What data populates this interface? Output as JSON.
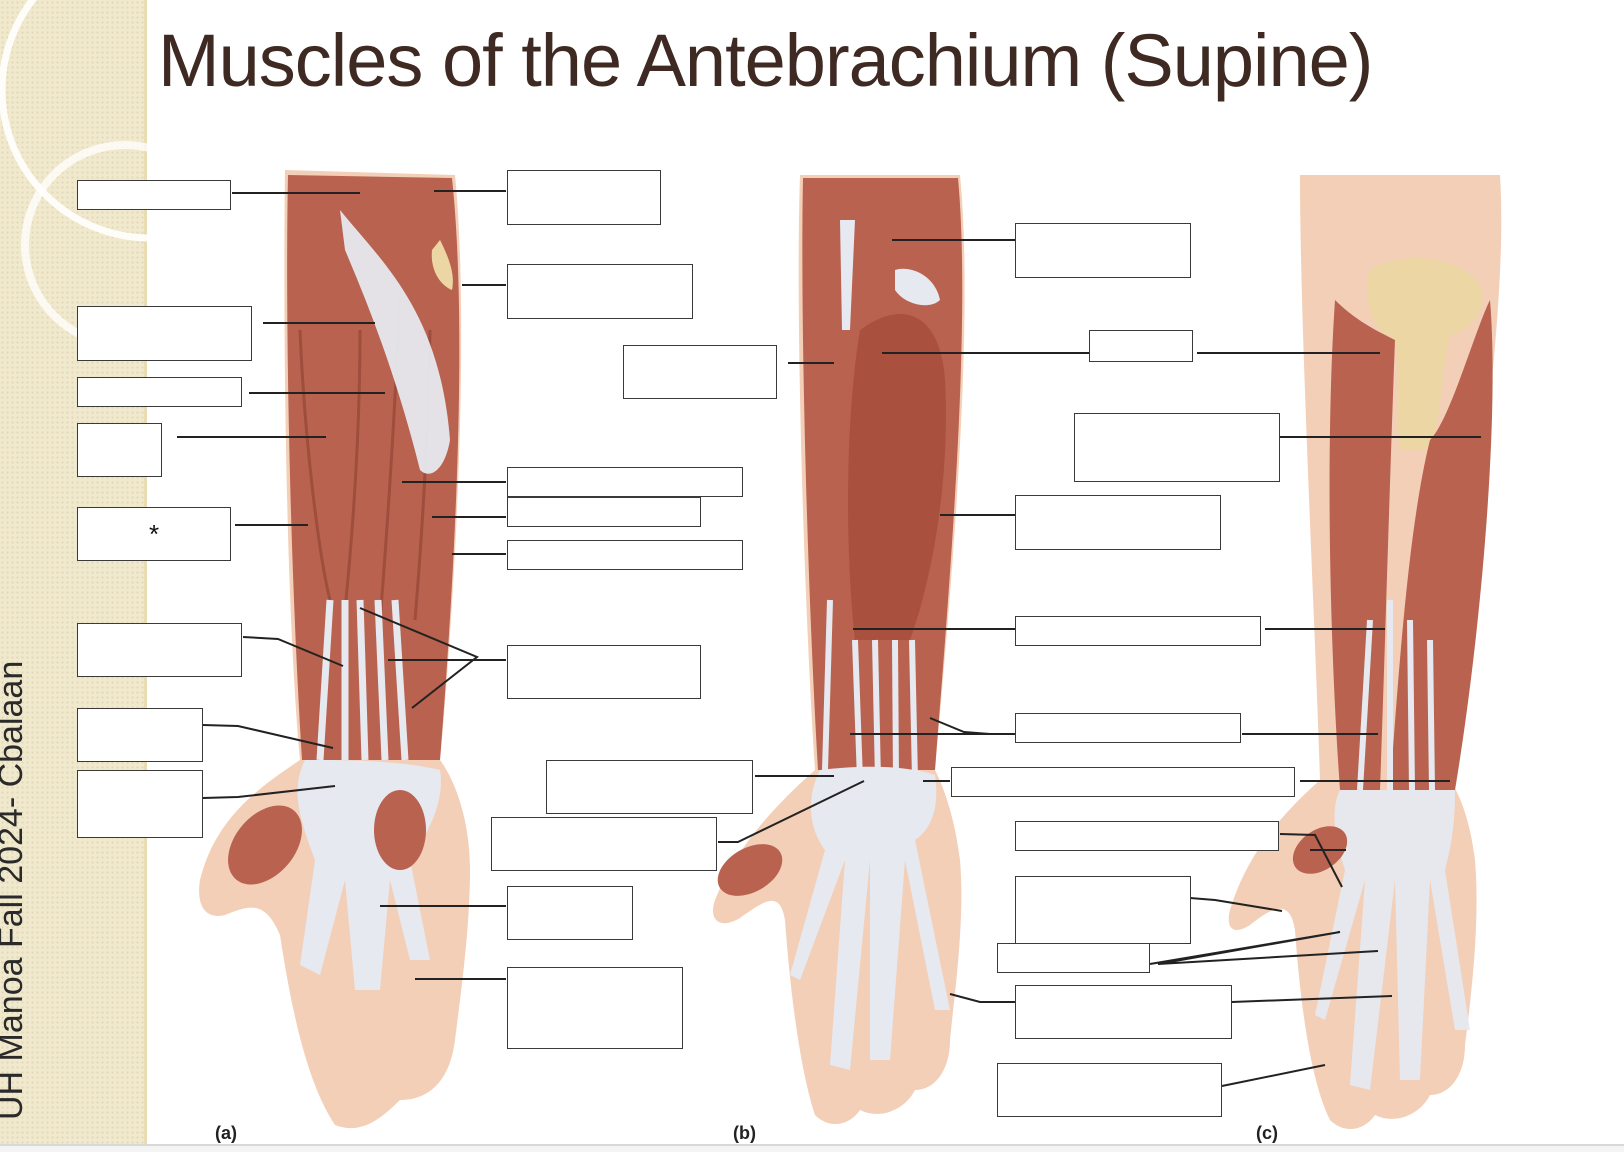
{
  "title": "Muscles of the Antebrachium (Supine)",
  "watermark": "UH Manoa Fall 2024- Cbalaan",
  "panels": [
    "(a)",
    "(b)",
    "(c)"
  ],
  "asterisk": "*",
  "colors": {
    "muscle": "#b9624f",
    "muscle_dark": "#8e3f31",
    "tendon": "#e6e9ef",
    "skin": "#f3cfb8",
    "bone": "#ecd7a4",
    "title": "#3e2a22",
    "sidebar": "#f1e9cd"
  }
}
